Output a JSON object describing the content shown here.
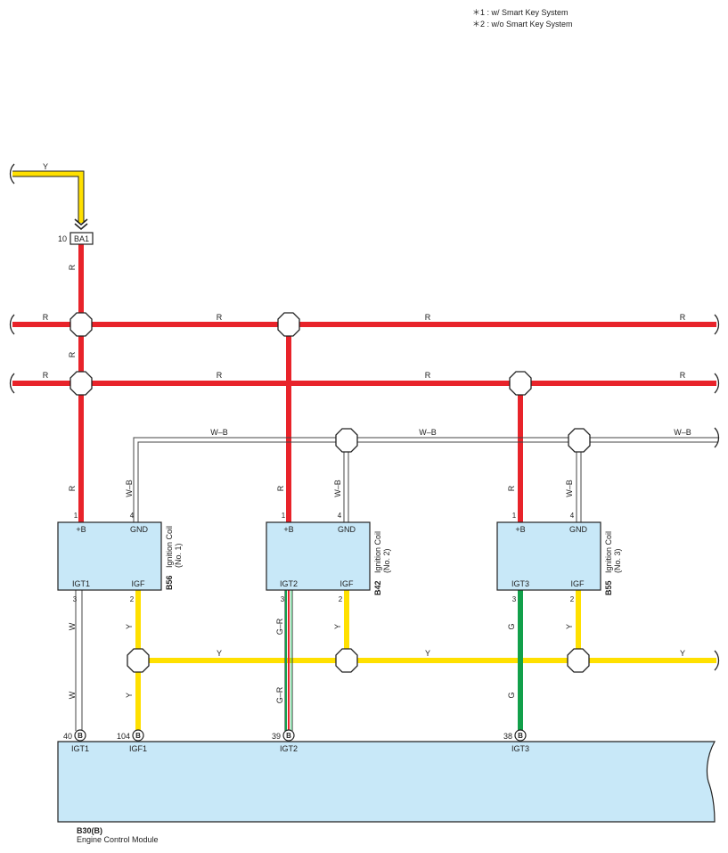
{
  "legend": {
    "note1": "＊1 : w/ Smart Key System",
    "note2": "＊2 : w/o Smart Key System"
  },
  "colors": {
    "R": "#e8232a",
    "Y": "#ffe000",
    "G": "#12a04a",
    "W": "#ffffff",
    "component_fill": "#c8e8f8",
    "outline": "#222222"
  },
  "wires": {
    "top_y": "Y",
    "ba1_down": "R",
    "bus1_left": "R",
    "bus1_mid": "R",
    "bus1_mid2": "R",
    "bus1_right": "R",
    "bus1_vert": "R",
    "bus2_left": "R",
    "bus2_mid": "R",
    "bus2_mid2": "R",
    "bus2_right": "R",
    "wb1": "W–B",
    "wb2": "W–B",
    "wb3": "W–B",
    "c1_r": "R",
    "c1_wb": "W–B",
    "c2_r": "R",
    "c2_wb": "W–B",
    "c3_r": "R",
    "c3_wb": "W–B",
    "c1_w_upper": "W",
    "c1_w_lower": "W",
    "c1_y_upper": "Y",
    "c1_y_lower": "Y",
    "c2_gr_upper": "G–R",
    "c2_gr_lower": "G–R",
    "c2_y": "Y",
    "c3_g_upper": "G",
    "c3_g_lower": "G",
    "c3_y": "Y",
    "ybus1": "Y",
    "ybus2": "Y",
    "ybus3": "Y"
  },
  "connector": {
    "pin": "10",
    "name": "BA1"
  },
  "coils": [
    {
      "pin_b": "1",
      "pin_gnd": "4",
      "pin_igt": "3",
      "pin_igf": "2",
      "label_b": "+B",
      "label_gnd": "GND",
      "label_igt": "IGT1",
      "label_igf": "IGF",
      "code": "B56",
      "name": "Ignition Coil",
      "sub": "(No. 1)"
    },
    {
      "pin_b": "1",
      "pin_gnd": "4",
      "pin_igt": "3",
      "pin_igf": "2",
      "label_b": "+B",
      "label_gnd": "GND",
      "label_igt": "IGT2",
      "label_igf": "IGF",
      "code": "B42",
      "name": "Ignition Coil",
      "sub": "(No. 2)"
    },
    {
      "pin_b": "1",
      "pin_gnd": "4",
      "pin_igt": "3",
      "pin_igf": "2",
      "label_b": "+B",
      "label_gnd": "GND",
      "label_igt": "IGT3",
      "label_igf": "IGF",
      "code": "B55",
      "name": "Ignition Coil",
      "sub": "(No. 3)"
    }
  ],
  "ecm": {
    "code": "B30(B)",
    "name": "Engine Control Module",
    "terminals": [
      {
        "pin": "40",
        "conn": "B",
        "label": "IGT1"
      },
      {
        "pin": "104",
        "conn": "B",
        "label": "IGF1"
      },
      {
        "pin": "39",
        "conn": "B",
        "label": "IGT2"
      },
      {
        "pin": "38",
        "conn": "B",
        "label": "IGT3"
      }
    ]
  }
}
